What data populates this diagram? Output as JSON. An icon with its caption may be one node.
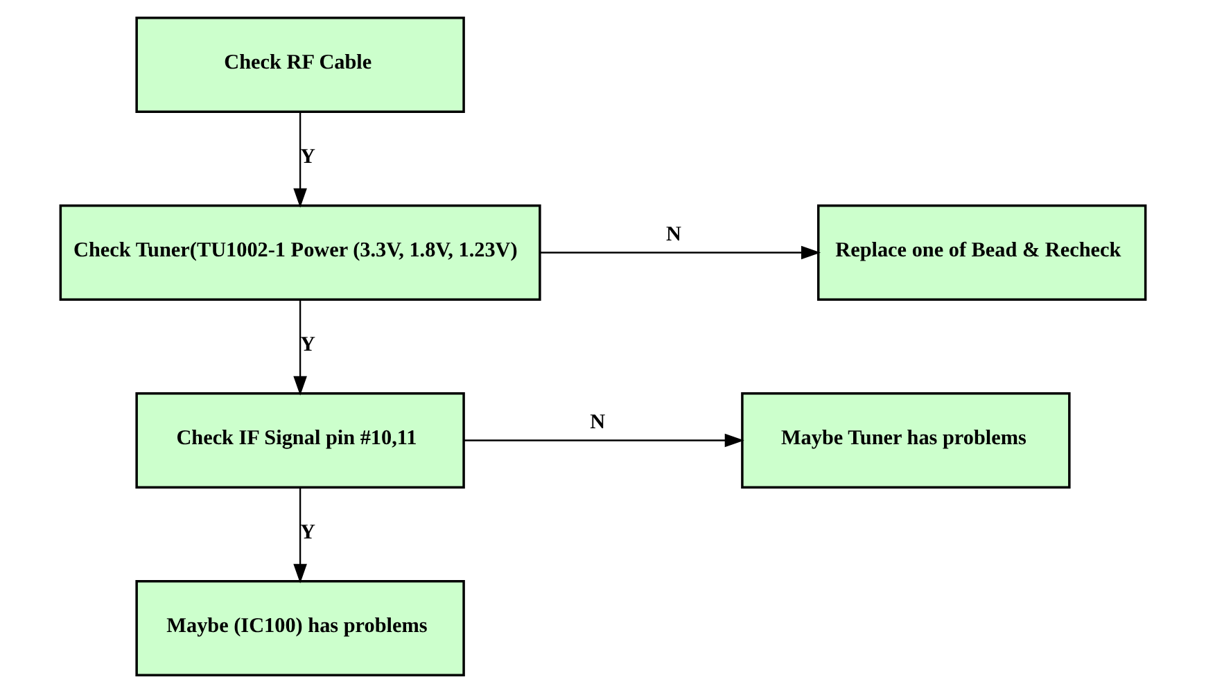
{
  "diagram": {
    "nodes": [
      {
        "text": [
          "Check RF Cable"
        ]
      },
      {
        "text": [
          "Check Tuner(TU1002-1 Power (3.3V, 1.8V, 1.23V)"
        ]
      },
      {
        "text": [
          "Replace one of Bead & Recheck"
        ]
      },
      {
        "text": [
          "Check IF Signal pin #10,11"
        ]
      },
      {
        "text": [
          "Maybe Tuner has problems"
        ]
      },
      {
        "text": [
          "Maybe (IC100) has problems"
        ]
      }
    ],
    "edges": [
      {
        "from": 0,
        "to": 1,
        "arrow": "to",
        "label": "Y"
      },
      {
        "from": 1,
        "to": 2,
        "arrow": "to",
        "label": "N"
      },
      {
        "from": 1,
        "to": 3,
        "arrow": "to",
        "label": "Y"
      },
      {
        "from": 3,
        "to": 4,
        "arrow": "to",
        "label": "N"
      },
      {
        "from": 3,
        "to": 5,
        "arrow": "to",
        "label": "Y"
      }
    ]
  }
}
